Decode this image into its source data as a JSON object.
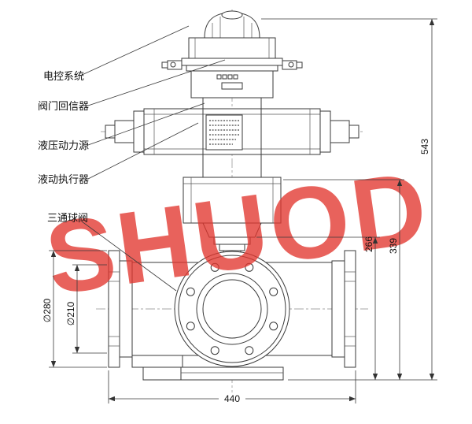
{
  "drawing": {
    "type": "technical-drawing",
    "subject": "three-way ball valve with electro-hydraulic actuator"
  },
  "labels": {
    "electric_control": "电控系统",
    "valve_feedback": "阀门回信器",
    "hydraulic_power": "液压动力源",
    "hydraulic_actuator": "液动执行器",
    "three_way_ball_valve": "三通球阀"
  },
  "dimensions": {
    "overall_height": "543",
    "stem_height": "339",
    "center_height": "266",
    "flange_od": "∅280",
    "bolt_circle": "∅210",
    "face_to_face": "440"
  },
  "watermark": {
    "text": "SHUOD",
    "color": "#e2372f"
  },
  "colors": {
    "line": "#3a3a3a",
    "text": "#111111",
    "background": "#ffffff"
  }
}
